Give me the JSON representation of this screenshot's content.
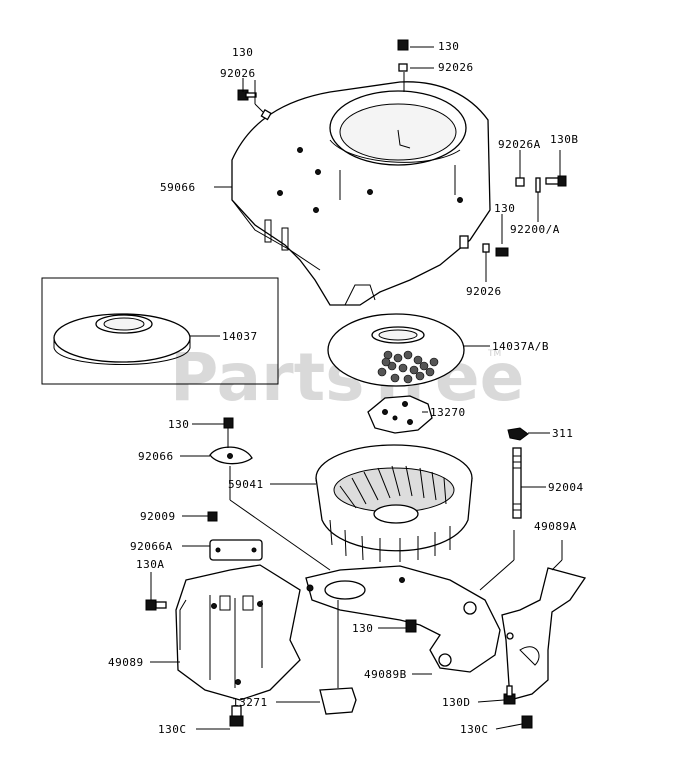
{
  "watermark": {
    "text": "PartsTree",
    "trademark": "TM"
  },
  "labels": {
    "l130_a": "130",
    "l92026_a": "92026",
    "l130_top": "130",
    "l92026_top": "92026",
    "l59066": "59066",
    "l92026A": "92026A",
    "l130B": "130B",
    "l130_b": "130",
    "l92200A": "92200/A",
    "l92026_b": "92026",
    "l14037": "14037",
    "l14037AB": "14037A/B",
    "l130_c": "130",
    "l13270": "13270",
    "l311": "311",
    "l92066": "92066",
    "l59041": "59041",
    "l92004": "92004",
    "l92009": "92009",
    "l49089A": "49089A",
    "l92066A": "92066A",
    "l130A": "130A",
    "l130_d": "130",
    "l49089": "49089",
    "l49089B": "49089B",
    "l13271": "13271",
    "l130D": "130D",
    "l130C_left": "130C",
    "l130C_right": "130C"
  }
}
